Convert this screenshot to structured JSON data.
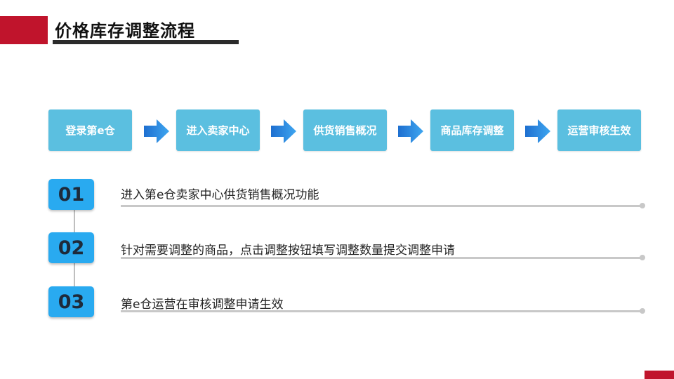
{
  "slide": {
    "title": "价格库存调整流程",
    "accent_color": "#c0142c",
    "step_color": "#5bbfe0",
    "badge_color": "#29aaf0"
  },
  "flow": {
    "steps": [
      {
        "label": "登录第e仓"
      },
      {
        "label": "进入卖家中心"
      },
      {
        "label": "供货销售概况"
      },
      {
        "label": "商品库存调整"
      },
      {
        "label": "运营审核生效"
      }
    ],
    "arrow_icon": "right-arrow-icon"
  },
  "items": [
    {
      "number": "01",
      "text": "进入第e仓卖家中心供货销售概况功能"
    },
    {
      "number": "02",
      "text": "针对需要调整的商品，点击调整按钮填写调整数量提交调整申请"
    },
    {
      "number": "03",
      "text": "第e仓运营在审核调整申请生效"
    }
  ]
}
